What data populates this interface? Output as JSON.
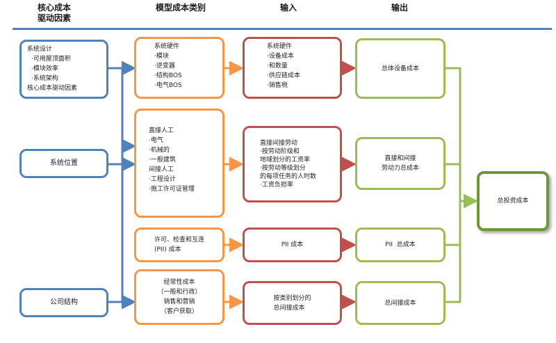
{
  "headers": {
    "drivers": "核心成本\n驱动因素",
    "categories": "模型成本类别",
    "inputs": "输入",
    "outputs": "输出"
  },
  "drivers": {
    "system_design": [
      "系统设计",
      "·可用屋顶面积",
      "·模块效率",
      "·系统架构",
      "核心成本驱动因素"
    ],
    "system_location": "系统位置",
    "company_structure": "公司结构"
  },
  "categories": {
    "hardware": [
      "系统硬件",
      "·模块",
      "·逆变器",
      "·结构BOS",
      "·电气BOS"
    ],
    "labor": [
      "直接人工",
      "·电气",
      "·机械的",
      "·一般建筑",
      "间接人工",
      "·工程设计",
      "·施工许可证管理"
    ],
    "pii": "许可、检查和互连\n(PII) 成本",
    "overhead": "经常性成本\n（一般和行政）\n销售和营销\n（客户获取）"
  },
  "inputs": {
    "hardware": [
      "系统硬件",
      "·设备成本",
      "·和数量",
      "·供应链成本",
      "·销售税"
    ],
    "labor": [
      "直接间接劳动",
      "·按劳动阶级和",
      "地域划分的工资率",
      "·按劳动等级划分",
      "的每项任务的人时数",
      "·工资负担率"
    ],
    "pii": "PII 成本",
    "overhead": "按类别划分的\n总间接成本"
  },
  "outputs": {
    "equipment": "总体设备成本",
    "labor": "直接和间接\n劳动力总成本",
    "pii": "PII  总成本",
    "overhead": "总间接成本"
  },
  "final": "总投资成本",
  "colors": {
    "driver": "#4f81bd",
    "category": "#f79646",
    "input": "#c0504d",
    "output": "#9bbb59",
    "final": "#6e963a"
  }
}
